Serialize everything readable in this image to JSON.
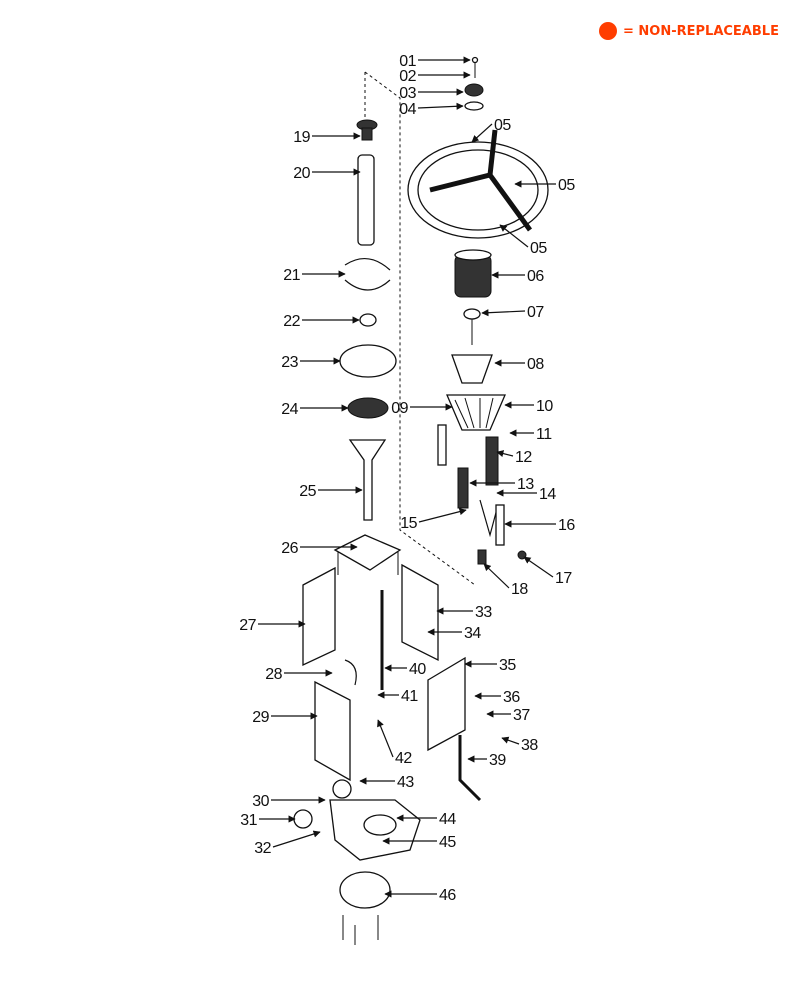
{
  "legend": {
    "text": "= NON-REPLACEABLE",
    "color": "#ff3d00"
  },
  "parts": [
    "01",
    "02",
    "03",
    "04",
    "05",
    "05",
    "05",
    "06",
    "07",
    "08",
    "09",
    "10",
    "11",
    "12",
    "13",
    "14",
    "15",
    "16",
    "17",
    "18",
    "19",
    "20",
    "21",
    "22",
    "23",
    "24",
    "25",
    "26",
    "27",
    "28",
    "29",
    "30",
    "31",
    "32",
    "33",
    "34",
    "35",
    "36",
    "37",
    "38",
    "39",
    "40",
    "41",
    "42",
    "43",
    "44",
    "45",
    "46"
  ]
}
